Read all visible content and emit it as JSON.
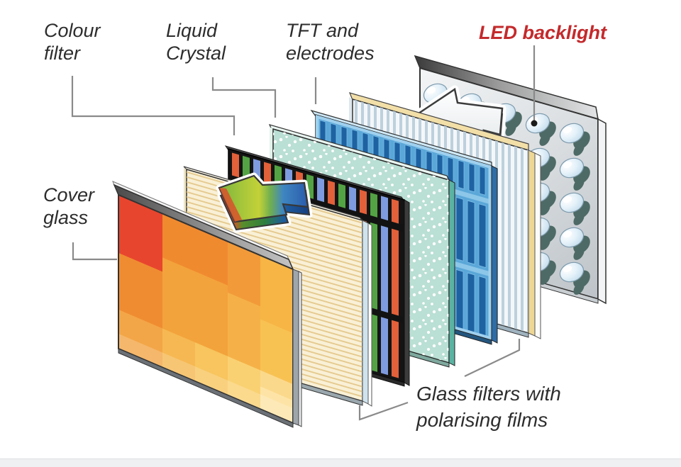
{
  "diagram": {
    "type": "exploded-layer-diagram",
    "subject": "LCD screen structure with LED backlight",
    "layers": [
      {
        "id": "cover-glass",
        "label": "Cover\nglass"
      },
      {
        "id": "colour-filter",
        "label": "Colour\nfilter"
      },
      {
        "id": "liquid-crystal",
        "label": "Liquid\nCrystal"
      },
      {
        "id": "tft-electrodes",
        "label": "TFT and\nelectrodes"
      },
      {
        "id": "led-backlight",
        "label": "LED backlight"
      },
      {
        "id": "glass-filters-polarising",
        "label": "Glass filters with\npolarising films"
      }
    ],
    "icons": [
      {
        "name": "light-path-arrow-rainbow"
      },
      {
        "name": "light-path-arrow-white"
      },
      {
        "name": "led-bulb"
      }
    ],
    "colors": {
      "label_text": "#2d2d2d",
      "led_backlight_label": "#c42a2c",
      "leader_line": "#8a8a8a",
      "cover_glass_orange": "#f5a93e",
      "cover_glass_red": "#e8452e",
      "colour_filter_red": "#e2603a",
      "colour_filter_green": "#53a344",
      "colour_filter_blue": "#7e9bdf",
      "liquid_crystal_mint": "#badfd4",
      "tft_blue": "#5aa7d8",
      "polarising_film_cream": "#f9f0d6",
      "polarising_stripe_grey": "#bdd0dd",
      "led_panel_silver": "#d9dde0",
      "led_bulb_blue": "#d7e9f4"
    }
  }
}
